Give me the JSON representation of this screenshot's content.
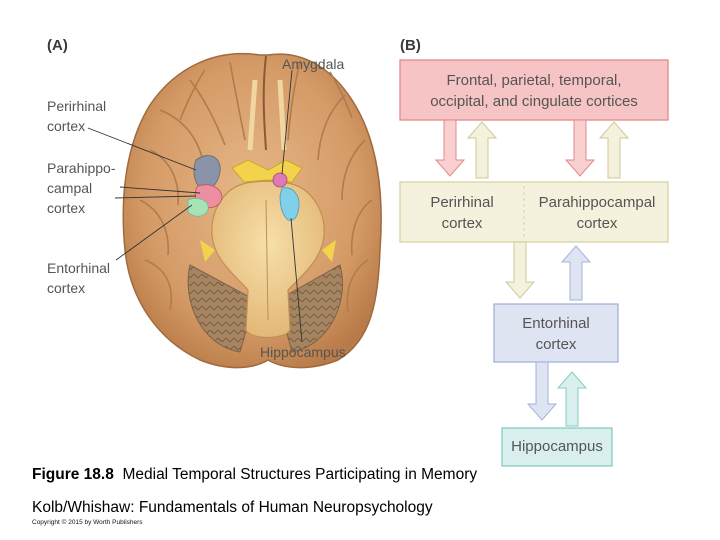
{
  "panel_a": {
    "label": "(A)",
    "labels": {
      "perirhinal": [
        "Perirhinal",
        "cortex"
      ],
      "parahippocampal": [
        "Parahippo-",
        "campal",
        "cortex"
      ],
      "entorhinal": [
        "Entorhinal",
        "cortex"
      ],
      "amygdala": "Amygdala",
      "hippocampus": "Hippocampus"
    }
  },
  "panel_b": {
    "label": "(B)",
    "boxes": {
      "cortices": [
        "Frontal, parietal, temporal,",
        "occipital, and cingulate cortices"
      ],
      "perirhinal": [
        "Perirhinal",
        "cortex"
      ],
      "parahippocampal": [
        "Parahippocampal",
        "cortex"
      ],
      "entorhinal": [
        "Entorhinal",
        "cortex"
      ],
      "hippocampus": "Hippocampus"
    },
    "colors": {
      "cortices_fill": "#f6c4c4",
      "cortices_stroke": "#e3898b",
      "middle_fill": "#f4f1dc",
      "middle_stroke": "#d8d3a6",
      "entorhinal_fill": "#dfe4f3",
      "entorhinal_stroke": "#a3b2dc",
      "hippocampus_fill": "#d8efed",
      "hippocampus_stroke": "#86cbc4"
    }
  },
  "caption": {
    "figure_number": "Figure 18.8",
    "title": "Medial Temporal Structures Participating in Memory",
    "source": "Kolb/Whishaw: Fundamentals of Human Neuropsychology",
    "copyright": "Copyright © 2015 by Worth Publishers"
  }
}
